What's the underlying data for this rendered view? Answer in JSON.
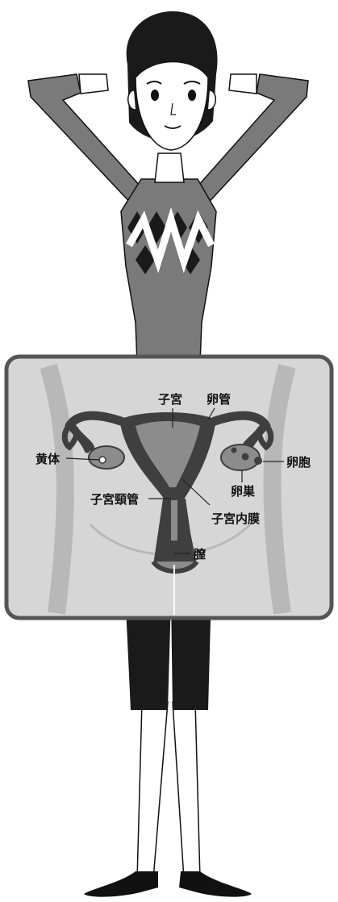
{
  "diagram": {
    "labels": {
      "uterus": "子宮",
      "fallopian_tube": "卵管",
      "corpus_luteum": "黄体",
      "follicle": "卵胞",
      "ovary": "卵巣",
      "cervical_canal": "子宮頸管",
      "endometrium": "子宮内膜",
      "vagina": "膣"
    }
  },
  "colors": {
    "panel_fill": "#d6d6d6",
    "panel_border": "#555555",
    "sweater": "#7a7a7a",
    "hair": "#1a1a1a",
    "pants": "#1a1a1a",
    "organ_dark": "#3f3f3f",
    "organ_mid": "#8c8c8c"
  },
  "illustration": {
    "subject": "woman-with-hands-behind-head",
    "overlay": "female-reproductive-organs-panel"
  }
}
